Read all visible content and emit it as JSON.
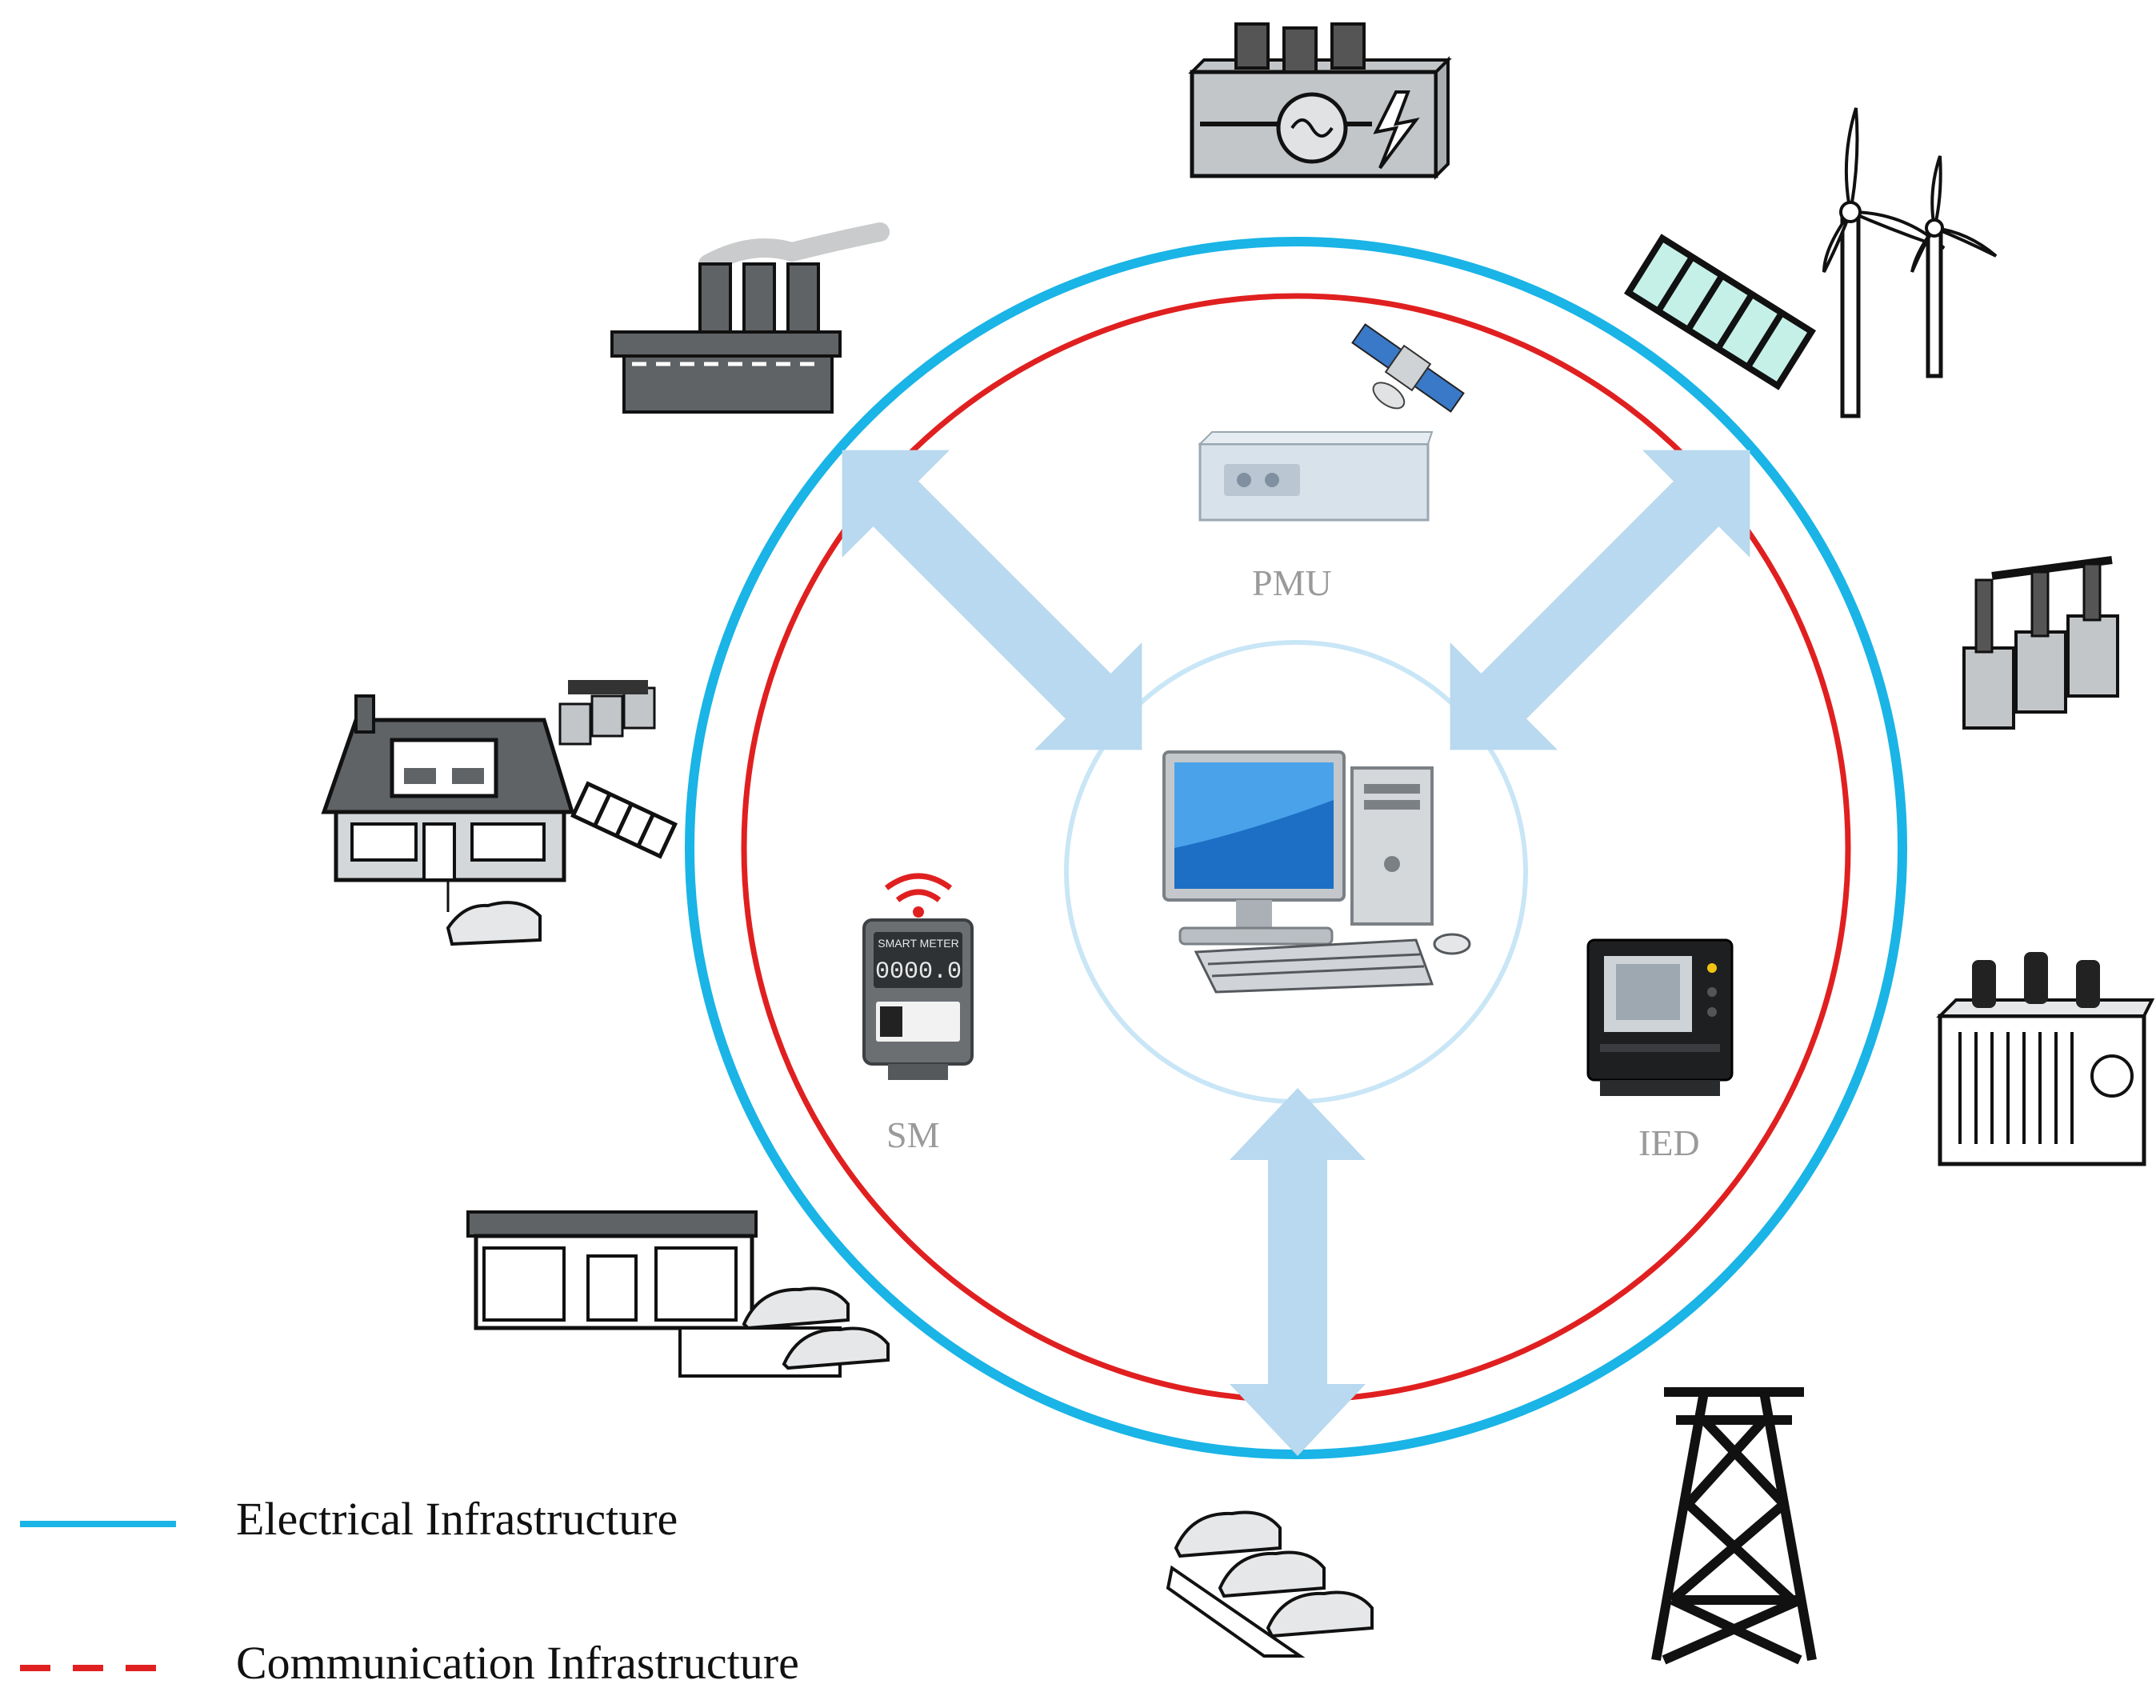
{
  "legend": {
    "electrical": {
      "label": "Electrical Infrastructure",
      "color": "#1ab4e6",
      "style": "solid"
    },
    "communication": {
      "label": "Communication Infrastructure",
      "color": "#e02020",
      "style": "dashed"
    }
  },
  "devices": {
    "pmu": {
      "label": "PMU",
      "icon": "pmu-icon"
    },
    "sm": {
      "label": "SM",
      "icon": "smart-meter-icon",
      "meter_title": "SMART METER",
      "meter_reading": "0000.0"
    },
    "ied": {
      "label": "IED",
      "icon": "ied-icon"
    }
  },
  "center": {
    "icon": "computer-icon"
  },
  "colors": {
    "arrow": "#b8d9ef",
    "inner_ring": "#c9e6f6",
    "icon_gray": "#5f6366",
    "icon_stroke": "#111111"
  },
  "peripheral_icons": [
    "power-generator-icon",
    "factory-icon",
    "solar-panel-icon",
    "wind-turbine-icon",
    "battery-storage-icon",
    "house-icon",
    "transformer-icon",
    "commercial-building-icon",
    "electric-vehicle-icon",
    "transmission-tower-icon",
    "satellite-icon"
  ]
}
